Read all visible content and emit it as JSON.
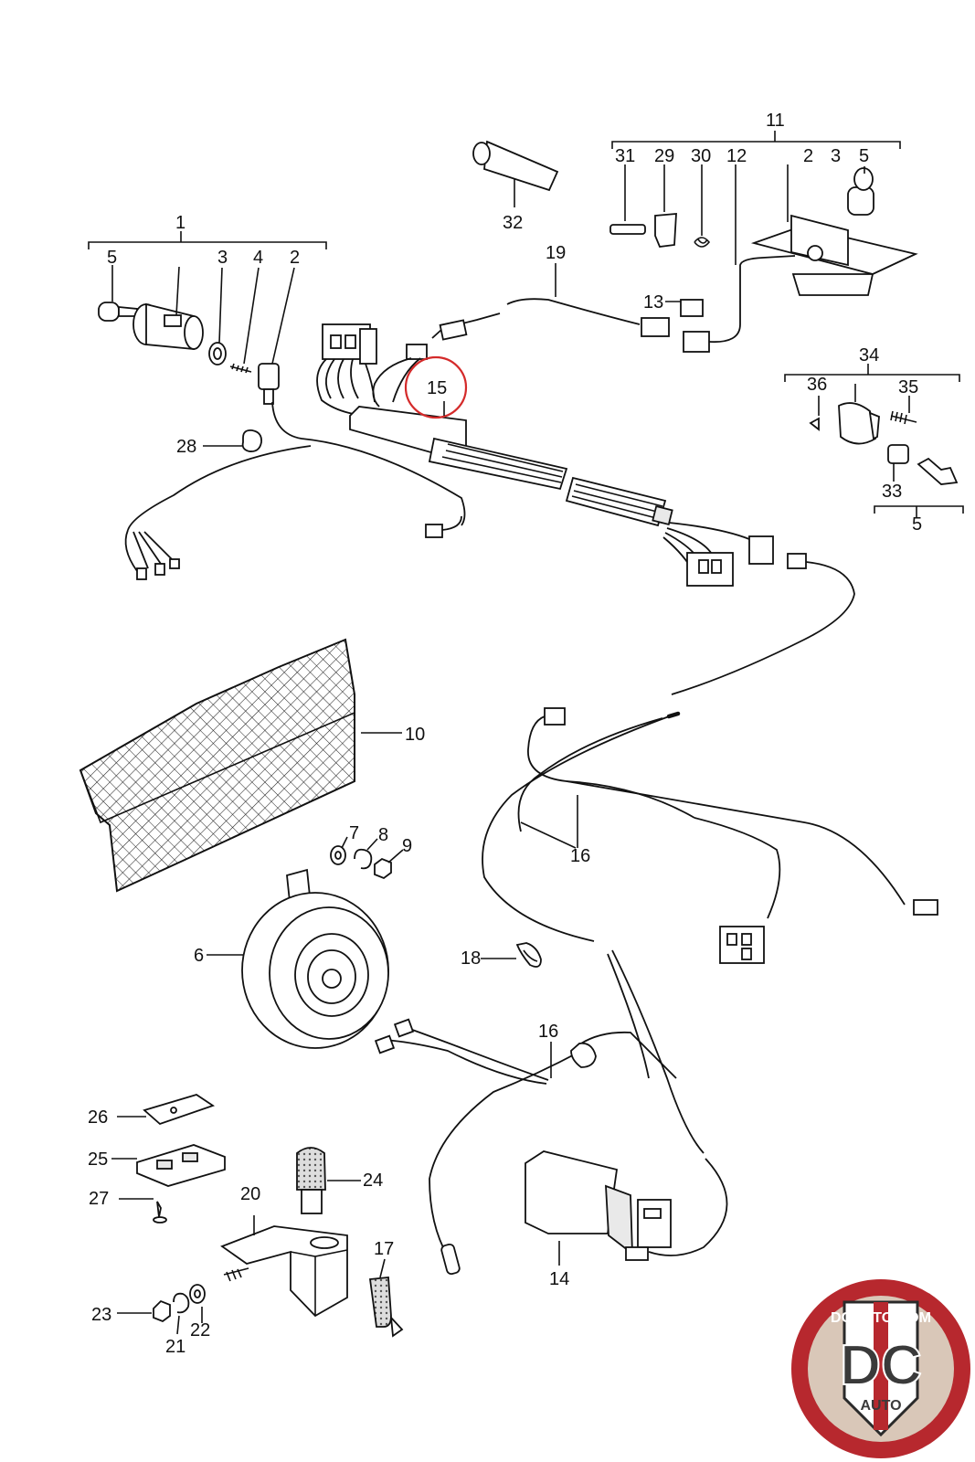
{
  "diagram": {
    "callouts": [
      "1",
      "2",
      "3",
      "4",
      "5",
      "6",
      "7",
      "8",
      "9",
      "10",
      "11",
      "12",
      "13",
      "14",
      "15",
      "16",
      "17",
      "18",
      "19",
      "20",
      "21",
      "22",
      "23",
      "24",
      "25",
      "26",
      "27",
      "28",
      "29",
      "30",
      "31",
      "32",
      "33",
      "34",
      "35",
      "36"
    ],
    "highlighted_callout": "15",
    "highlight_color": "#d42a2a"
  },
  "logo": {
    "top_text": "DCAUTO.COM",
    "mark": "DC",
    "sub_text": "AUTO",
    "ring_color": "#b7282e"
  }
}
